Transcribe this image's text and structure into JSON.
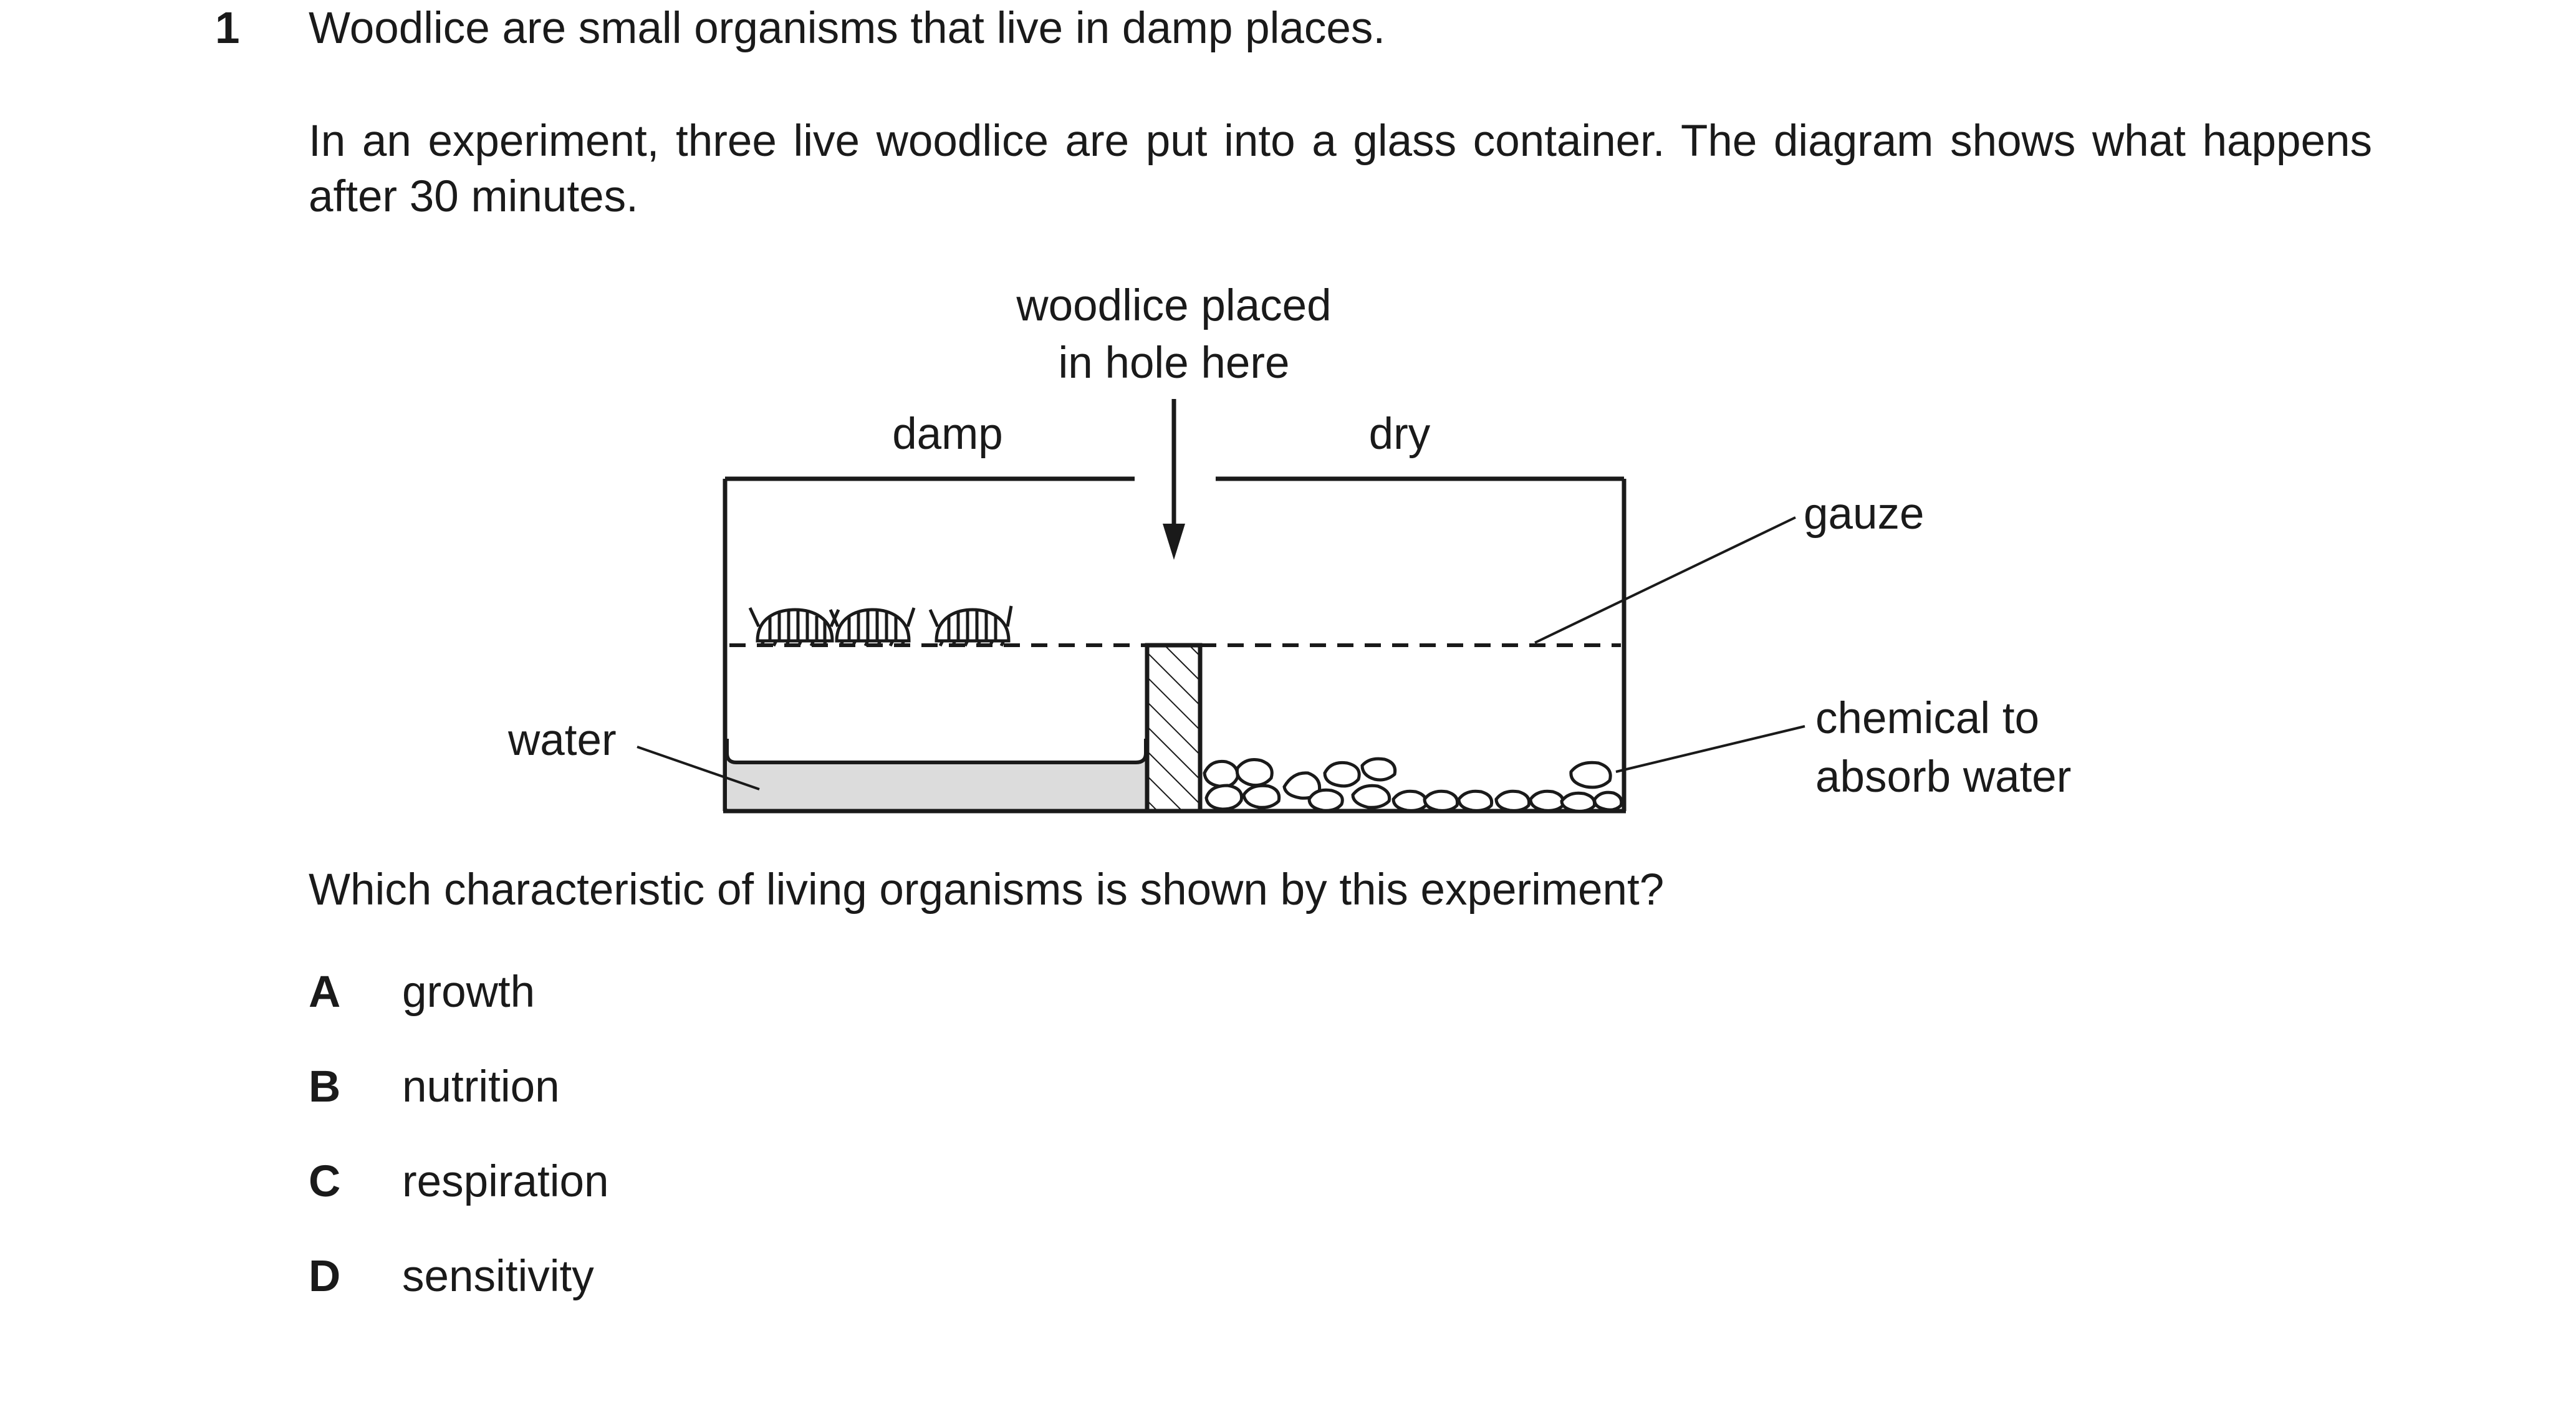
{
  "question": {
    "number": "1",
    "stem": "Woodlice are small organisms that live in damp places.",
    "context": "In an experiment, three live woodlice are put into a glass container. The diagram shows what happens after 30 minutes.",
    "prompt": "Which characteristic of living organisms is shown by this experiment?"
  },
  "diagram": {
    "label_top_line1": "woodlice placed",
    "label_top_line2": "in hole here",
    "label_damp": "damp",
    "label_dry": "dry",
    "label_gauze": "gauze",
    "label_water": "water",
    "label_chemical_line1": "chemical to",
    "label_chemical_line2": "absorb water"
  },
  "options": [
    {
      "letter": "A",
      "text": "growth"
    },
    {
      "letter": "B",
      "text": "nutrition"
    },
    {
      "letter": "C",
      "text": "respiration"
    },
    {
      "letter": "D",
      "text": "sensitivity"
    }
  ]
}
